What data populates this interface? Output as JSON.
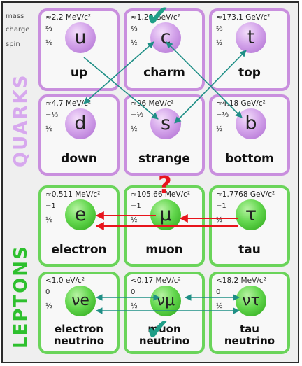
{
  "row_labels": {
    "mass": "mass",
    "charge": "charge",
    "spin": "spin"
  },
  "side_labels": {
    "quarks": "QUARKS",
    "leptons": "LEPTONS"
  },
  "quarks": [
    {
      "mass": "≈2.2 MeV/c²",
      "charge": "⅔",
      "spin": "½",
      "symbol": "u",
      "name": "up"
    },
    {
      "mass": "≈1.28 GeV/c²",
      "charge": "⅔",
      "spin": "½",
      "symbol": "c",
      "name": "charm"
    },
    {
      "mass": "≈173.1 GeV/c²",
      "charge": "⅔",
      "spin": "½",
      "symbol": "t",
      "name": "top"
    },
    {
      "mass": "≈4.7 MeV/c²",
      "charge": "−⅓",
      "spin": "½",
      "symbol": "d",
      "name": "down"
    },
    {
      "mass": "≈96 MeV/c²",
      "charge": "−⅓",
      "spin": "½",
      "symbol": "s",
      "name": "strange"
    },
    {
      "mass": "≈4.18 GeV/c²",
      "charge": "−⅓",
      "spin": "½",
      "symbol": "b",
      "name": "bottom"
    }
  ],
  "leptons": [
    {
      "mass": "≈0.511 MeV/c²",
      "charge": "−1",
      "spin": "½",
      "symbol": "e",
      "name": "electron"
    },
    {
      "mass": "≈105.66 MeV/c²",
      "charge": "−1",
      "spin": "½",
      "symbol": "μ",
      "name": "muon"
    },
    {
      "mass": "≈1.7768 GeV/c²",
      "charge": "−1",
      "spin": "½",
      "symbol": "τ",
      "name": "tau"
    },
    {
      "mass": "<1.0 eV/c²",
      "charge": "0",
      "spin": "½",
      "symbol": "νe",
      "name": "electron neutrino"
    },
    {
      "mass": "<0.17 MeV/c²",
      "charge": "0",
      "spin": "½",
      "symbol": "νμ",
      "name": "muon neutrino"
    },
    {
      "mass": "<18.2 MeV/c²",
      "charge": "0",
      "spin": "½",
      "symbol": "ντ",
      "name": "tau neutrino"
    }
  ],
  "annotations": {
    "question_mark": "?",
    "check_mark": "✔"
  },
  "colors": {
    "quark_accent": "#c98fde",
    "lepton_accent": "#6ad45a",
    "oscillation_arrow": "#1f8f86",
    "decay_arrow": "#e8141c",
    "check": "#1f9e87"
  }
}
